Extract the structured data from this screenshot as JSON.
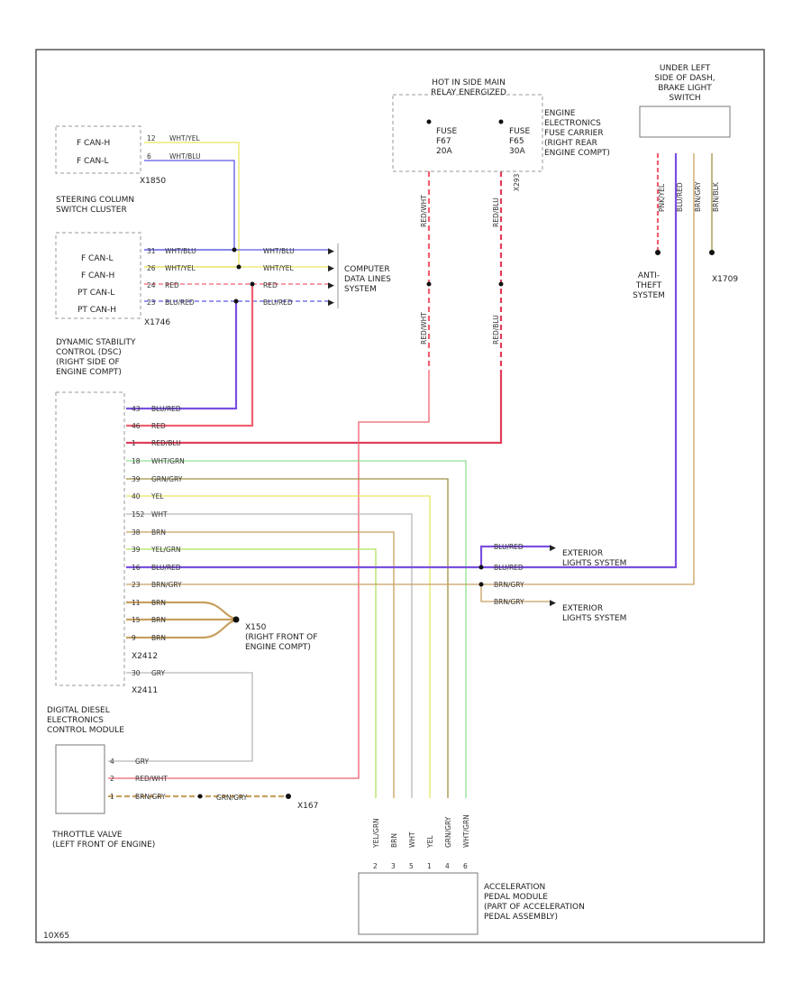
{
  "diagram_code": "10X65",
  "power": {
    "header": "HOT IN SIDE MAIN\nRELAY ENERGIZED",
    "fuse_left": "FUSE\nF67\n20A",
    "fuse_right": "FUSE\nF65\n30A",
    "fuse_box_label": "ENGINE\nELECTRONICS\nFUSE CARRIER\n(RIGHT REAR\nENGINE COMPT)",
    "conn": "X293",
    "wire_left": "RED/WHT",
    "wire_right": "RED/BLU",
    "wire_left_lower": "RED/WHT",
    "wire_right_lower": "RED/BLU"
  },
  "brake_switch": {
    "location": "UNDER LEFT\nSIDE OF DASH,\nBRAKE LIGHT\nSWITCH",
    "wires": [
      "PNK/YEL",
      "BLU/RED",
      "BRN/GRY",
      "BRN/BLK"
    ],
    "anti_theft": "ANTI-\nTHEFT\nSYSTEM",
    "ground": "X1709"
  },
  "steering": {
    "pins": [
      "F CAN-H",
      "F CAN-L"
    ],
    "pin_nums": [
      "12",
      "6"
    ],
    "wires": [
      "WHT/YEL",
      "WHT/BLU"
    ],
    "conn": "X1850",
    "label": "STEERING COLUMN\nSWITCH CLUSTER"
  },
  "can_connector": {
    "pins": [
      "F CAN-L",
      "F CAN-H",
      "PT CAN-L",
      "PT CAN-H"
    ],
    "pin_nums": [
      "31",
      "26",
      "24",
      "23"
    ],
    "wires": [
      "WHT/BLU",
      "WHT/YEL",
      "RED",
      "BLU/RED"
    ],
    "out_wires": [
      "WHT/BLU",
      "WHT/YEL",
      "RED",
      "BLU/RED"
    ],
    "conn": "X1746"
  },
  "computer_data": "COMPUTER\nDATA LINES\nSYSTEM",
  "dsc_label": "DYNAMIC STABILITY\nCONTROL (DSC)\n(RIGHT SIDE OF\nENGINE COMPT)",
  "dde_rows": [
    {
      "pin": "43",
      "wire": "BLU/RED"
    },
    {
      "pin": "46",
      "wire": "RED"
    },
    {
      "pin": "1",
      "wire": "RED/BLU"
    },
    {
      "pin": "18",
      "wire": "WHT/GRN"
    },
    {
      "pin": "39",
      "wire": "GRN/GRY"
    },
    {
      "pin": "40",
      "wire": "YEL"
    },
    {
      "pin": "152",
      "wire": "WHT"
    },
    {
      "pin": "38",
      "wire": "BRN"
    },
    {
      "pin": "39",
      "wire": "YEL/GRN"
    },
    {
      "pin": "16",
      "wire": "BLU/RED"
    },
    {
      "pin": "23",
      "wire": "BRN/GRY"
    },
    {
      "pin": "11",
      "wire": "BRN"
    },
    {
      "pin": "15",
      "wire": "BRN"
    },
    {
      "pin": "9",
      "wire": "BRN"
    }
  ],
  "dde_conn_a": "X2412",
  "dde_lower": {
    "pin": "30",
    "wire": "GRY"
  },
  "dde_conn_b": "X2411",
  "dde_label": "DIGITAL DIESEL\nELECTRONICS\nCONTROL MODULE",
  "ground_x150": "X150\n(RIGHT FRONT OF\nENGINE COMPT)",
  "exterior": {
    "top_wire": "BLU/RED",
    "mid_wire": "BLU/RED",
    "brn_wire": "BRN/GRY",
    "bottom_wire": "BRN/GRY",
    "top_label": "EXTERIOR\nLIGHTS SYSTEM",
    "bottom_label": "EXTERIOR\nLIGHTS SYSTEM"
  },
  "throttle": {
    "rows": [
      {
        "pin": "4",
        "wire": "GRY"
      },
      {
        "pin": "2",
        "wire": "RED/WHT"
      },
      {
        "pin": "1",
        "wire": "BRN/GRY"
      }
    ],
    "ground_wire": "GRN/GRY",
    "ground": "X167",
    "label": "THROTTLE VALVE\n(LEFT FRONT OF ENGINE)"
  },
  "pedal": {
    "wires": [
      "YEL/GRN",
      "BRN",
      "WHT",
      "YEL",
      "GRN/GRY",
      "WHT/GRN"
    ],
    "pins": [
      "2",
      "3",
      "5",
      "1",
      "4",
      "6"
    ],
    "label": "ACCELERATION\nPEDAL MODULE\n(PART OF ACCELERATION\nPEDAL ASSEMBLY)"
  },
  "colors": {
    "blu": "#5a5ae6",
    "red": "#f06070",
    "redd": "#e03c5a",
    "purple": "#7a4fe0",
    "grn": "#8ee08e",
    "olive": "#a09040",
    "yel": "#e6e660",
    "gry": "#b8b8b8",
    "brn": "#c8a060",
    "bg": "#ffffff"
  }
}
